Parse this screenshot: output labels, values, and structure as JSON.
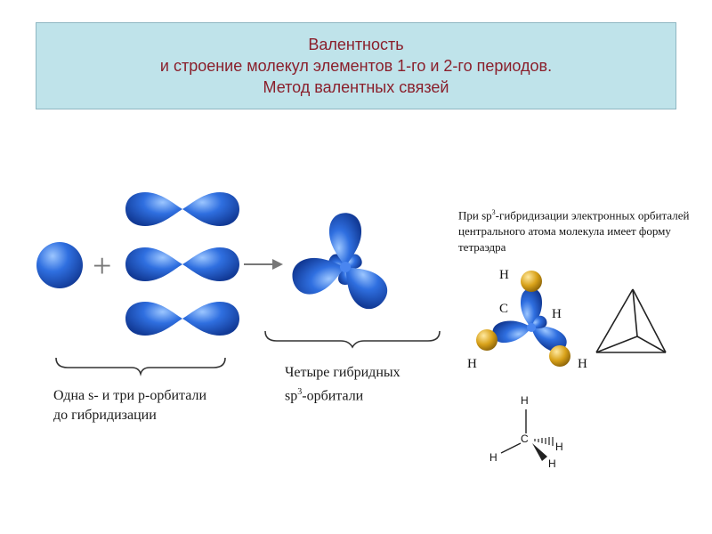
{
  "header": {
    "line1": "Валентность",
    "line2": "и строение молекул элементов 1-го и 2-го периодов.",
    "line3": "Метод валентных связей"
  },
  "left_caption": {
    "line1": "Одна s- и три p-орбитали",
    "line2": "до гибридизации"
  },
  "middle_caption": {
    "line1": "Четыре гибридных",
    "sp_prefix": "sp",
    "sp_sup": "3",
    "sp_suffix": "-орбитали"
  },
  "note": {
    "prefix": "При sp",
    "sup": "3",
    "suffix": "-гибридизации электронных орбиталей центрального атома молекула имеет форму тетраэдра"
  },
  "plus_sign": "+",
  "methane_model": {
    "carbon": "C",
    "h_top": "H",
    "h_right": "H",
    "h_left": "H",
    "h_bottom_right": "H"
  },
  "wedge_formula": {
    "carbon": "C",
    "h_top": "H",
    "h_left": "H",
    "h_right": "H",
    "h_bottom": "H"
  },
  "colors": {
    "orbital_blue": "#2f6fe0",
    "hydrogen_gold": "#d9a21a",
    "header_bg": "#bfe3ea",
    "header_text": "#8a1f2b"
  }
}
